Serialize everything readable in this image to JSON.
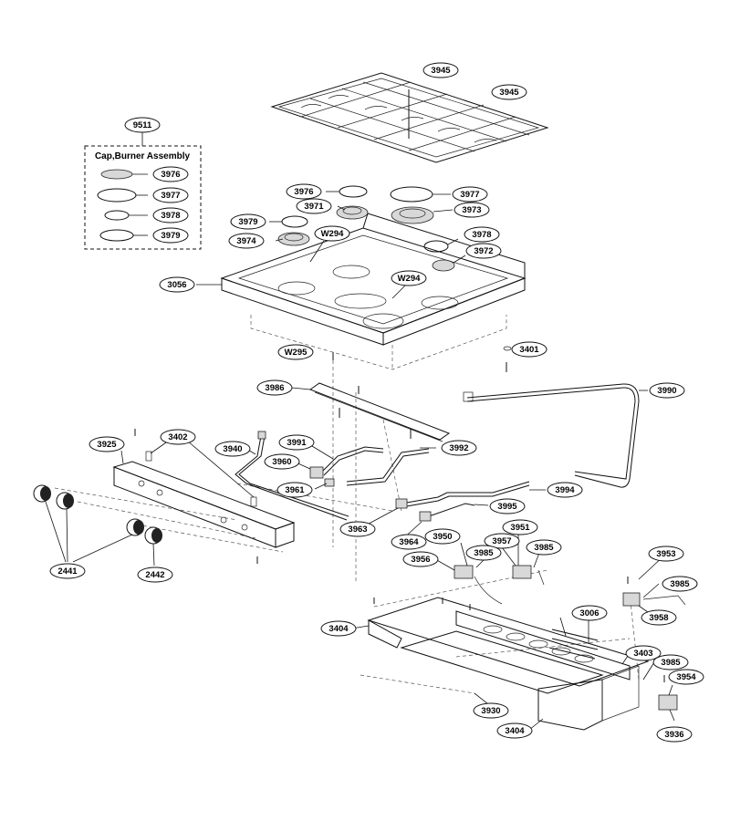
{
  "legend_box": {
    "title": "Cap,Burner Assembly",
    "group_part": "9511",
    "items": [
      "3976",
      "3977",
      "3978",
      "3979"
    ]
  },
  "parts": {
    "p3945a": "3945",
    "p3945b": "3945",
    "p3976": "3976",
    "p3977": "3977",
    "p3971": "3971",
    "p3973": "3973",
    "p3979": "3979",
    "p3974": "3974",
    "pW294a": "W294",
    "p3978": "3978",
    "p3972": "3972",
    "pW294b": "W294",
    "p3056": "3056",
    "pW295": "W295",
    "p3401": "3401",
    "p3986": "3986",
    "p3990": "3990",
    "p3925": "3925",
    "p3402": "3402",
    "p3940": "3940",
    "p3991": "3991",
    "p3992": "3992",
    "p3960": "3960",
    "p3961": "3961",
    "p3994": "3994",
    "p3995": "3995",
    "p3963": "3963",
    "p3964": "3964",
    "p3950": "3950",
    "p3951": "3951",
    "p3957": "3957",
    "p3985a": "3985",
    "p3985b": "3985",
    "p3956": "3956",
    "p3953": "3953",
    "p3985c": "3985",
    "p3958": "3958",
    "p2441": "2441",
    "p2442": "2442",
    "p3006": "3006",
    "p3404a": "3404",
    "p3403": "3403",
    "p3985d": "3985",
    "p3954": "3954",
    "p3930": "3930",
    "p3404b": "3404",
    "p3936": "3936"
  }
}
